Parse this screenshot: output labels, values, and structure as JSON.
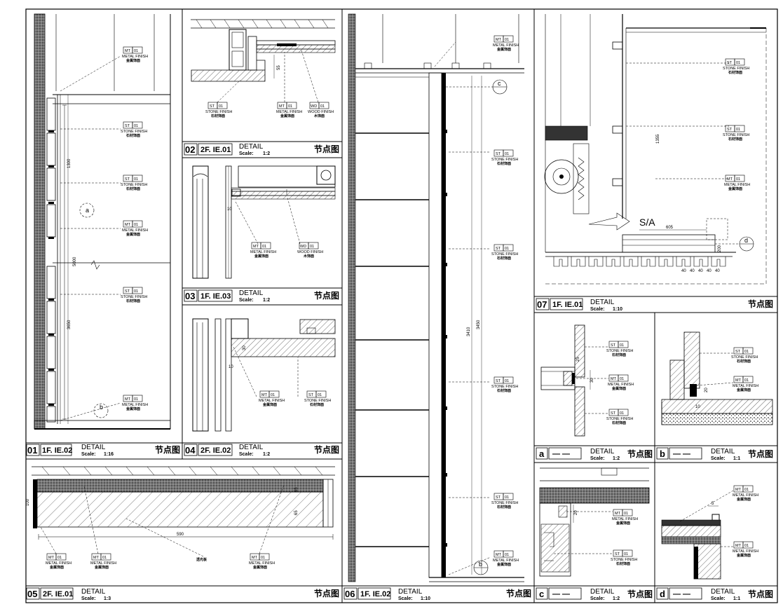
{
  "title_blocks": [
    {
      "num": "01",
      "code": "1F. IE.02",
      "detail": "DETAIL",
      "scale_label": "Scale:",
      "scale": "1:16",
      "cn": "节点图"
    },
    {
      "num": "02",
      "code": "2F. IE.01",
      "detail": "DETAIL",
      "scale_label": "Scale:",
      "scale": "1:2",
      "cn": "节点图"
    },
    {
      "num": "03",
      "code": "1F. IE.03",
      "detail": "DETAIL",
      "scale_label": "Scale:",
      "scale": "1:2",
      "cn": "节点图"
    },
    {
      "num": "04",
      "code": "2F. IE.02",
      "detail": "DETAIL",
      "scale_label": "Scale:",
      "scale": "1:2",
      "cn": "节点图"
    },
    {
      "num": "05",
      "code": "2F. IE.01",
      "detail": "DETAIL",
      "scale_label": "Scale:",
      "scale": "1:3",
      "cn": "节点图"
    },
    {
      "num": "06",
      "code": "1F. IE.02",
      "detail": "DETAIL",
      "scale_label": "Scale:",
      "scale": "1:10",
      "cn": "节点图"
    },
    {
      "num": "07",
      "code": "1F. IE.01",
      "detail": "DETAIL",
      "scale_label": "Scale:",
      "scale": "1:10",
      "cn": "节点图"
    },
    {
      "num": "a",
      "code": "— —",
      "detail": "DETAIL",
      "scale_label": "Scale:",
      "scale": "1:2",
      "cn": "节点图"
    },
    {
      "num": "b",
      "code": "— —",
      "detail": "DETAIL",
      "scale_label": "Scale:",
      "scale": "1:1",
      "cn": "节点图"
    },
    {
      "num": "c",
      "code": "— —",
      "detail": "DETAIL",
      "scale_label": "Scale:",
      "scale": "1:2",
      "cn": "节点图"
    },
    {
      "num": "d",
      "code": "— —",
      "detail": "DETAIL",
      "scale_label": "Scale:",
      "scale": "1:1",
      "cn": "节点图"
    }
  ],
  "materials": {
    "mt": {
      "code": "MT",
      "num": "01",
      "en": "METAL FINISH",
      "cn": "金属饰面"
    },
    "st": {
      "code": "ST",
      "num": "01",
      "en": "STONE FINISH",
      "cn": "石材饰面"
    },
    "wd": {
      "code": "WD",
      "num": "01",
      "en": "WOOD FINISH",
      "cn": "木饰面"
    }
  },
  "annotations": {
    "light_board": "透光板",
    "section_mark": "S/A"
  },
  "callouts": {
    "a": "a",
    "b": "b",
    "c": "c",
    "d": "d"
  },
  "dimensions": {
    "d01_1300": "1300",
    "d01_5000": "5000",
    "d01_3650": "3650",
    "d02_55": "55",
    "d03_10": "10",
    "d04_10": "10",
    "d04_30": "30",
    "d05_100": "100",
    "d05_590": "590",
    "d05_65": "65",
    "d05_65b": "65",
    "d06_3410": "3410",
    "d06_3450": "3450",
    "d07_1355": "1355",
    "d07_605": "605",
    "d07_200": "200",
    "d07_40": "40",
    "da_25": "25",
    "da_30": "30",
    "db_20": "20",
    "db_10": "10",
    "dc_20": "20",
    "dd_5": "5"
  }
}
